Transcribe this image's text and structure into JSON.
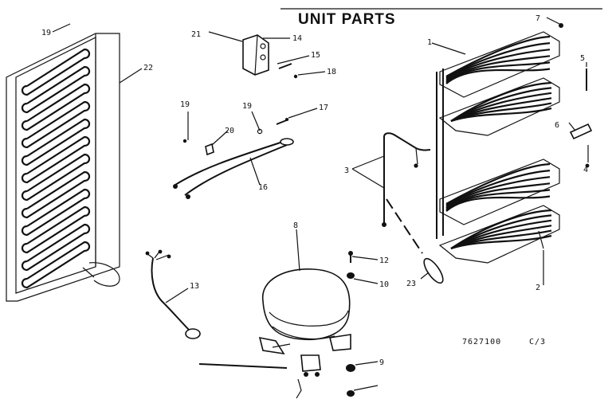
{
  "title": "UNIT PARTS",
  "diagram_code": "7627100",
  "page": "C/3",
  "callouts": {
    "c1": "1",
    "c2": "2",
    "c3": "3",
    "c4": "4",
    "c5": "5",
    "c6": "6",
    "c7": "7",
    "c8": "8",
    "c9": "9",
    "c10": "10",
    "c12": "12",
    "c13": "13",
    "c14": "14",
    "c15": "15",
    "c16": "16",
    "c17": "17",
    "c18": "18",
    "c19a": "19",
    "c19b": "19",
    "c19c": "19",
    "c20": "20",
    "c21": "21",
    "c22": "22",
    "c23": "23"
  }
}
